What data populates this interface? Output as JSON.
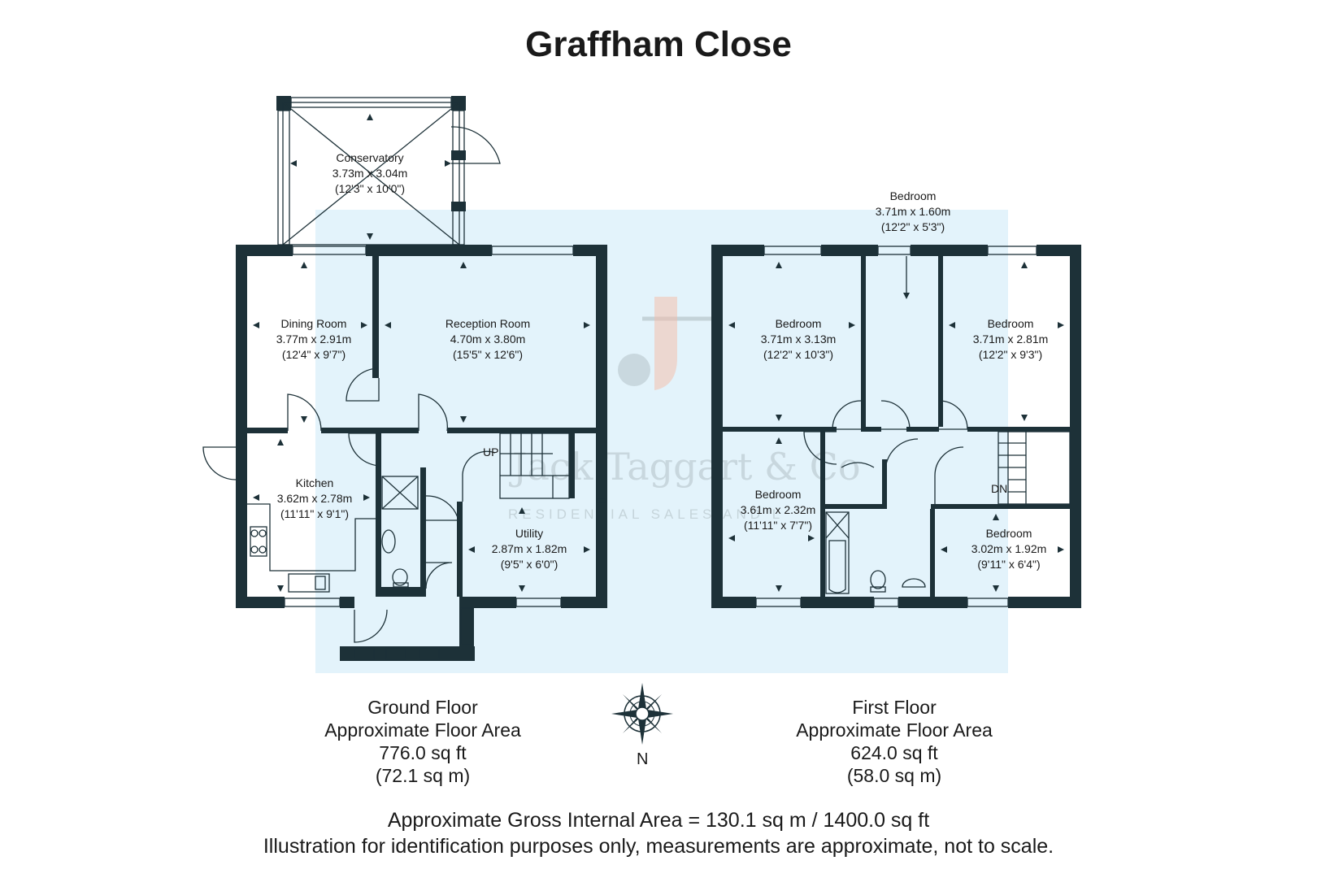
{
  "title": "Graffham Close",
  "colors": {
    "wall": "#1d3138",
    "highlight": "#e3f3fb",
    "watermark_accent": "#f4b9a4"
  },
  "watermark": {
    "brand": "Jack Taggart & Co",
    "tagline": "RESIDENTIAL SALES AND L"
  },
  "ground_floor": {
    "rooms": [
      {
        "name": "Conservatory",
        "dims": "3.73m x 3.04m",
        "imperial": "(12'3\" x 10'0\")"
      },
      {
        "name": "Dining Room",
        "dims": "3.77m x 2.91m",
        "imperial": "(12'4\" x 9'7\")"
      },
      {
        "name": "Reception Room",
        "dims": "4.70m x 3.80m",
        "imperial": "(15'5\" x 12'6\")"
      },
      {
        "name": "Kitchen",
        "dims": "3.62m x 2.78m",
        "imperial": "(11'11\" x 9'1\")"
      },
      {
        "name": "Utility",
        "dims": "2.87m x 1.82m",
        "imperial": "(9'5\" x 6'0\")"
      }
    ],
    "stair_label": "UP",
    "area": {
      "heading": "Ground Floor",
      "subheading": "Approximate Floor Area",
      "sqft": "776.0 sq ft",
      "sqm": "(72.1 sq m)"
    }
  },
  "first_floor": {
    "rooms": [
      {
        "name": "Bedroom",
        "dims": "3.71m x 1.60m",
        "imperial": "(12'2\" x 5'3\")"
      },
      {
        "name": "Bedroom",
        "dims": "3.71m x 3.13m",
        "imperial": "(12'2\" x 10'3\")"
      },
      {
        "name": "Bedroom",
        "dims": "3.71m x 2.81m",
        "imperial": "(12'2\" x 9'3\")"
      },
      {
        "name": "Bedroom",
        "dims": "3.61m x 2.32m",
        "imperial": "(11'11\" x 7'7\")"
      },
      {
        "name": "Bedroom",
        "dims": "3.02m x 1.92m",
        "imperial": "(9'11\" x 6'4\")"
      }
    ],
    "stair_label": "DN",
    "area": {
      "heading": "First Floor",
      "subheading": "Approximate Floor Area",
      "sqft": "624.0 sq ft",
      "sqm": "(58.0 sq m)"
    }
  },
  "compass": {
    "label": "N",
    "icon": "compass-rose-icon"
  },
  "footer": {
    "gross_area": "Approximate Gross Internal Area = 130.1 sq m / 1400.0 sq ft",
    "disclaimer": "Illustration for identification purposes only, measurements are approximate, not to scale."
  }
}
